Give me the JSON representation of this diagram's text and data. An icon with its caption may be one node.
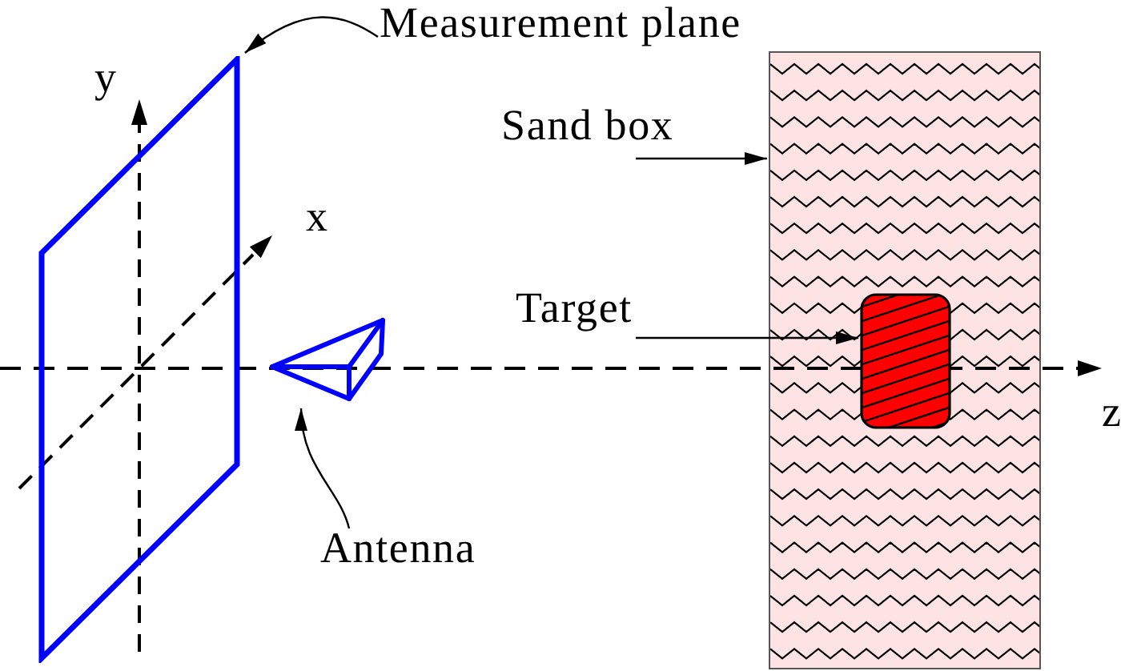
{
  "diagram": {
    "nodes": [
      {
        "text": [
          "Measurement plane"
        ]
      },
      {
        "text": [],
        "shape": "parallelogram"
      },
      {
        "text": [
          "Sand box"
        ]
      },
      {
        "text": [],
        "shape": "box"
      },
      {
        "text": [
          "Target"
        ]
      },
      {
        "text": [],
        "shape": "box",
        "in": 3
      },
      {
        "text": [
          "Antenna"
        ]
      },
      {
        "text": [],
        "shape": "picture"
      }
    ],
    "edges": [
      {
        "from": 0,
        "to": 1,
        "arrow": "to"
      },
      {
        "from": 2,
        "to": 3,
        "arrow": "to"
      },
      {
        "from": 4,
        "to": 5,
        "arrow": "to"
      },
      {
        "from": 6,
        "to": 7,
        "arrow": "to"
      }
    ],
    "labels": [
      "y",
      "x",
      "z"
    ]
  }
}
